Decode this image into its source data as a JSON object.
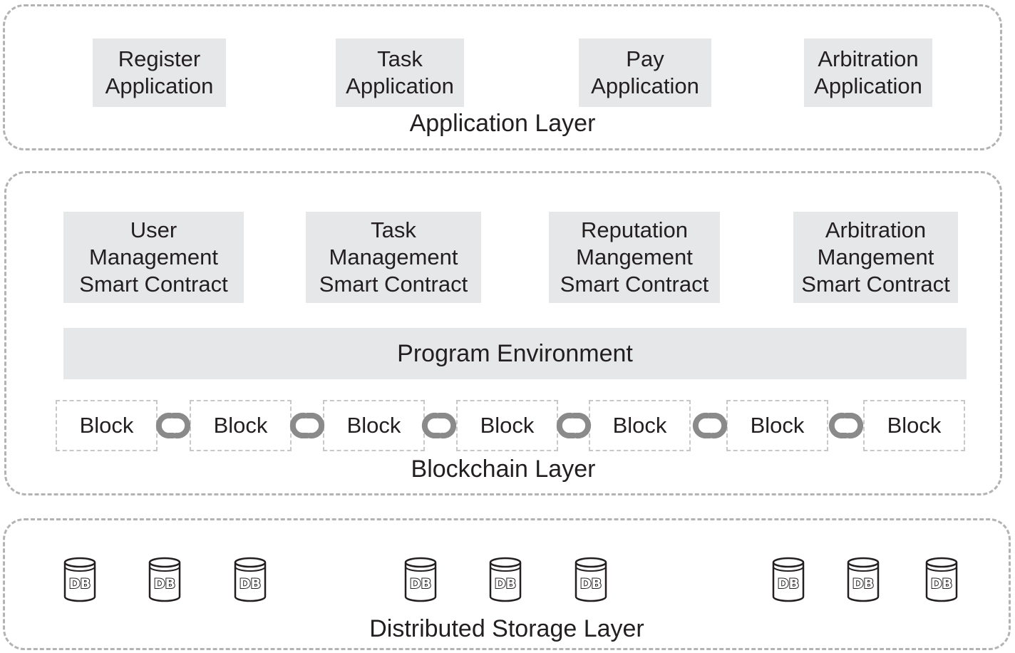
{
  "application_layer": {
    "title": "Application Layer",
    "apps": [
      {
        "lines": [
          "Register",
          "Application"
        ]
      },
      {
        "lines": [
          "Task",
          "Application"
        ]
      },
      {
        "lines": [
          "Pay",
          "Application"
        ]
      },
      {
        "lines": [
          "Arbitration",
          "Application"
        ]
      }
    ]
  },
  "blockchain_layer": {
    "title": "Blockchain Layer",
    "contracts": [
      {
        "lines": [
          "User",
          "Management",
          "Smart Contract"
        ]
      },
      {
        "lines": [
          "Task",
          "Management",
          "Smart Contract"
        ]
      },
      {
        "lines": [
          "Reputation",
          "Mangement",
          "Smart Contract"
        ]
      },
      {
        "lines": [
          "Arbitration",
          "Mangement",
          "Smart Contract"
        ]
      }
    ],
    "program_environment": "Program Environment",
    "blocks": [
      "Block",
      "Block",
      "Block",
      "Block",
      "Block",
      "Block",
      "Block"
    ],
    "chain_link_icon": "chain-link-icon"
  },
  "storage_layer": {
    "title": "Distributed Storage Layer",
    "db_label": "DB",
    "db_icon": "database-icon",
    "db_count": 9
  },
  "colors": {
    "box_fill": "#e6e7e8",
    "dashed_border": "#b3b3b3",
    "link": "#8a8a8a",
    "text": "#231f20"
  }
}
